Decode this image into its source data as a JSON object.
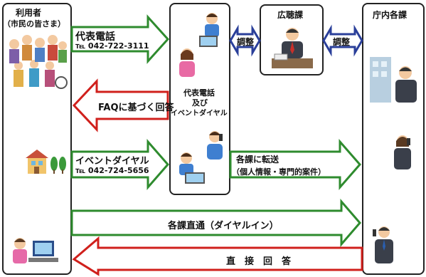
{
  "users": {
    "title_line1": "利用者",
    "title_line2": "（市民の皆さま）"
  },
  "switchboard": {
    "label_line1": "代表電話",
    "label_line2": "及び",
    "label_line3": "イベントダイヤル"
  },
  "public_hearing": {
    "title": "広聴課"
  },
  "departments": {
    "title": "庁内各課"
  },
  "arrows": {
    "main_phone_title": "代表電話",
    "main_phone_number": "℡ 042-722-3111",
    "faq_reply": "FAQに基づく回答",
    "event_dial_title": "イベントダイヤル",
    "event_dial_number": "℡ 042-724-5656",
    "adjust_left": "調整",
    "adjust_right": "調整",
    "transfer_line1": "各課に転送",
    "transfer_line2": "（個人情報・専門的案件）",
    "direct_dial": "各課直通（ダイヤルイン）",
    "direct_reply": "直　接　回　答"
  },
  "colors": {
    "green": "#2e8b2e",
    "red": "#d0201c",
    "blue": "#2a3f9a",
    "outline": "#222222"
  }
}
